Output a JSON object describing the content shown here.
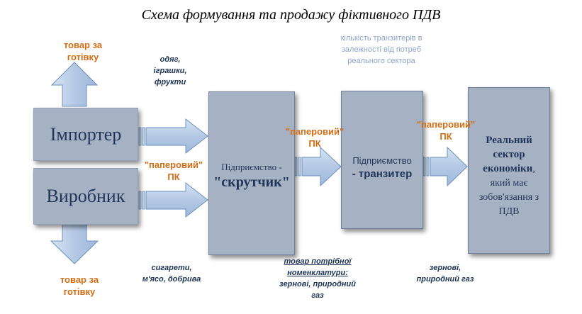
{
  "title": "Схема формування та продажу фіктивного ПДВ",
  "boxes": {
    "importer": "Імпортер",
    "producer": "Виробник",
    "skrutchyk_prefix": "Підприємство -",
    "skrutchyk_name": "\"скрутчик\"",
    "tranzyter_prefix": "Підприємство",
    "tranzyter_name": "- транзитер",
    "real_sector_bold": "Реальний сектор економіки",
    "real_sector_rest": ", який має зобов'язання з ПДВ"
  },
  "notes": {
    "goods_cash_top": "товар за готівку",
    "goods_cash_bottom": "товар за готівку",
    "clothes": "одяг, іграшки, фрукти",
    "cigarettes": "сигарети, м'ясо, добрива",
    "paper_pk_1": "\"паперовий\" ПК",
    "paper_pk_2": "\"паперовий\" ПК",
    "paper_pk_3": "\"паперовий\" ПК",
    "transit_count": "кількість транзитерів в залежності від потреб реального сектора",
    "goods_nomenclature_underlined": "товар потрібної номенклатури:",
    "goods_nomenclature_rest": "зернові, природний газ",
    "grain_gas": "зернові, природний газ"
  },
  "colors": {
    "box_fill": "#a7b1c4",
    "arrow_fill": "#b9cde6",
    "arrow_stroke": "#6b8fbf",
    "orange": "#d46c14",
    "navy": "#1f3557",
    "light_blue_text": "#8ea3cc"
  }
}
